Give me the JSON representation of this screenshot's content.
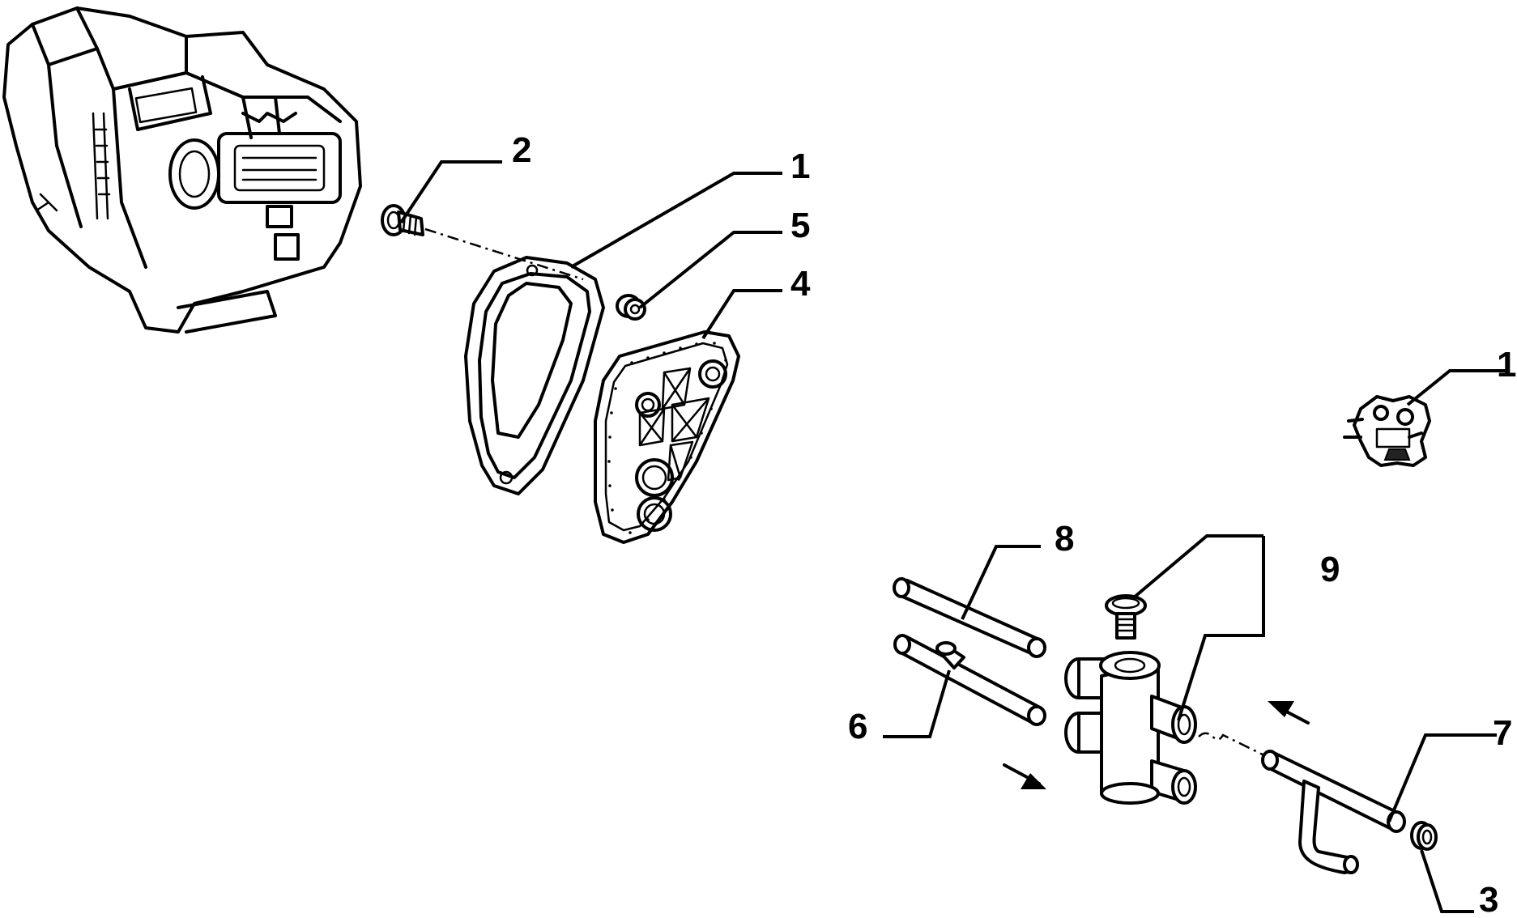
{
  "callouts": {
    "c1a": "1",
    "c2": "2",
    "c5": "5",
    "c4": "4",
    "c1b": "1",
    "c8": "8",
    "c9": "9",
    "c6": "6",
    "c7": "7",
    "c3": "3"
  }
}
